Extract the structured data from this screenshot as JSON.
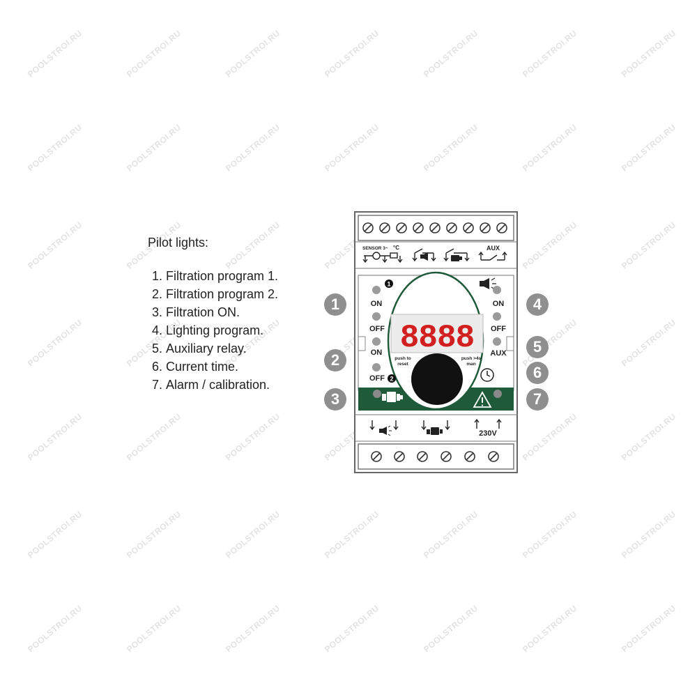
{
  "watermark": "POOLSTROI.RU",
  "legend": {
    "title": "Pilot lights:",
    "items": [
      "Filtration program 1.",
      "Filtration program 2.",
      "Filtration ON.",
      "Lighting program.",
      "Auxiliary relay.",
      "Current time.",
      "Alarm / calibration."
    ]
  },
  "device": {
    "sensor_label": "SENSOR 3~",
    "temp_label": "°C",
    "aux_top_label": "AUX",
    "on_label": "ON",
    "off_label": "OFF",
    "aux_label": "AUX",
    "display_value": "8888",
    "push_reset_label_1": "push to",
    "push_reset_label_2": "reset",
    "push_man_label_1": "push >4s",
    "push_man_label_2": "man",
    "volt_label": "230V",
    "prog1_badge": "1",
    "prog2_badge": "2",
    "colors": {
      "panel_green": "#1f5a3a",
      "display_red": "#d21f1f",
      "badge_gray": "#8f8f8f"
    }
  },
  "callouts": [
    "1",
    "2",
    "3",
    "4",
    "5",
    "6",
    "7"
  ]
}
